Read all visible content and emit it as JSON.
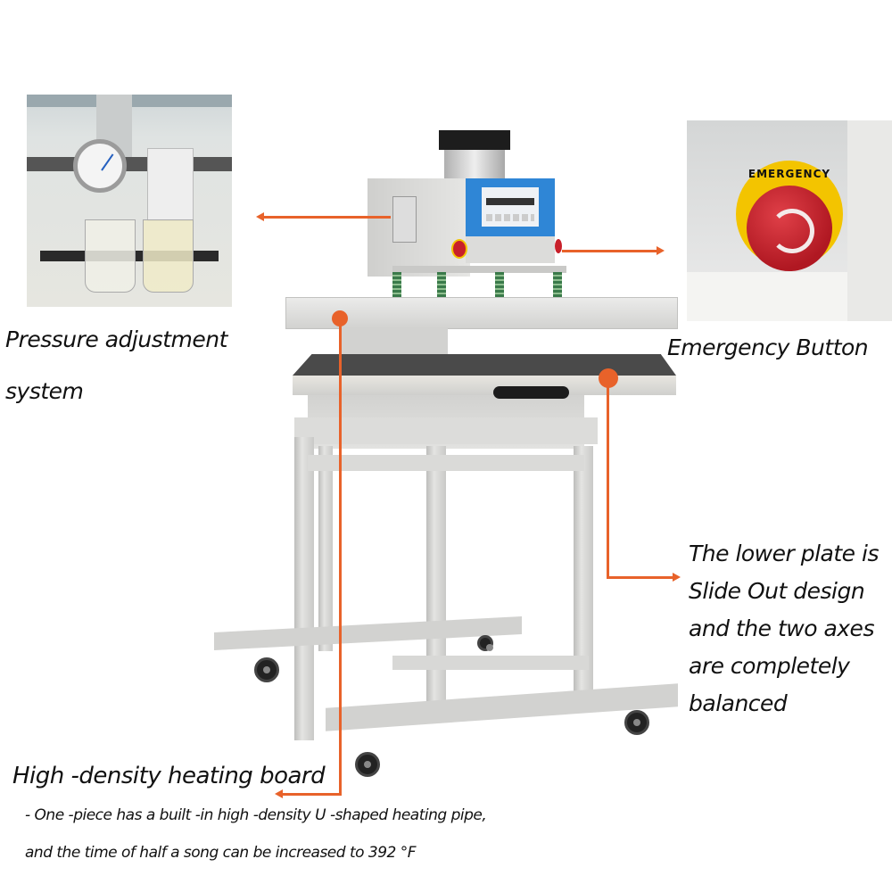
{
  "annotations": {
    "pressure": {
      "line1": "Pressure adjustment",
      "line2": "system"
    },
    "emergency": {
      "label": "Emergency Button",
      "badge_text": "EMERGENCY"
    },
    "lower_plate": {
      "lines": [
        "The lower plate is",
        "Slide Out design",
        "and the two axes",
        "are completely",
        "balanced"
      ]
    },
    "heating": {
      "title": "High -density heating board",
      "line1": "- One -piece has a built -in high -density U -shaped heating pipe,",
      "line2": "and the time of half a song can be increased to 392 °F"
    }
  },
  "colors": {
    "accent": "#e8622a",
    "panel_blue": "#2f86d6",
    "machine_grey": "#d8d8d6",
    "emergency_red": "#c8202a",
    "emergency_yellow": "#f3c400"
  },
  "icons": [
    "pressure-gauge-icon",
    "emergency-stop-icon",
    "callout-dot-icon",
    "arrow-left-icon",
    "arrow-right-icon"
  ]
}
